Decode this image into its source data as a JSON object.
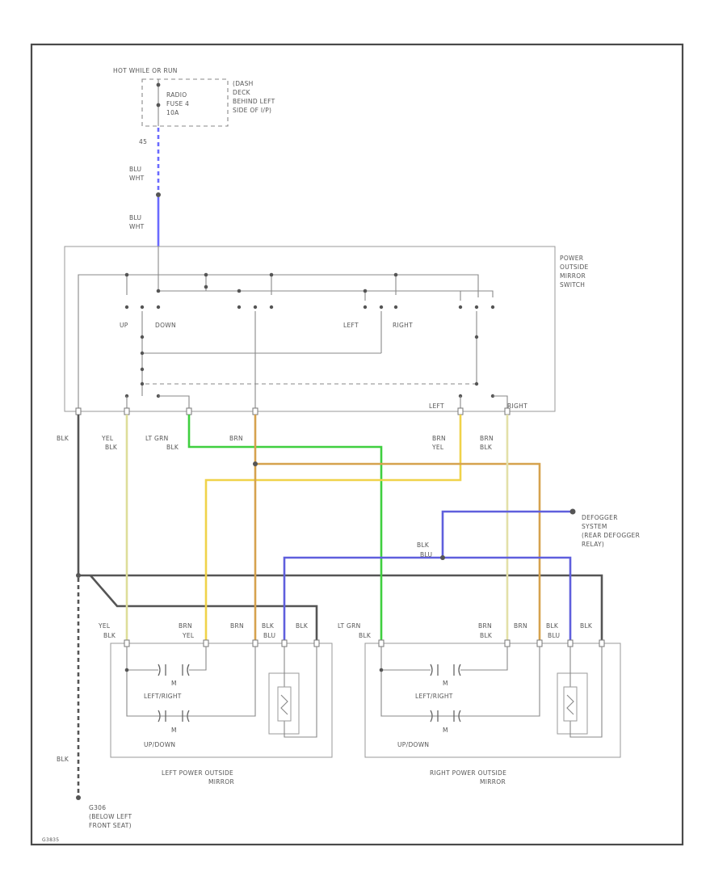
{
  "colors": {
    "blu_wht": "#6b6bff",
    "lt_grn_blk": "#3fcf3f",
    "yel_blk": "#dede9a",
    "brn_yel": "#f0d24a",
    "brn": "#d6a24e",
    "brn_blk": "#e3e0a8",
    "blk_blu": "#5f5fdd",
    "blk": "#555555"
  },
  "fuse": {
    "supply": "HOT WHILE OR RUN",
    "label_lines": [
      "RADIO",
      "FUSE 4",
      "10A"
    ],
    "location_lines": [
      "(DASH",
      "DECK",
      "BEHIND LEFT",
      "SIDE OF I/P)"
    ],
    "pin": "45"
  },
  "wires": {
    "blu_wht_upper": [
      "BLU",
      "WHT"
    ],
    "blu_wht_lower": [
      "BLU",
      "WHT"
    ],
    "blk": "BLK",
    "yel_blk": [
      "YEL",
      "BLK"
    ],
    "lt_grn_blk": [
      "LT GRN",
      "BLK"
    ],
    "brn": "BRN",
    "brn_yel": [
      "BRN",
      "YEL"
    ],
    "brn_blk": [
      "BRN",
      "BLK"
    ],
    "blk_blu": [
      "BLK",
      "BLU"
    ],
    "ground_blk": "BLK"
  },
  "switch": {
    "title_lines": [
      "POWER",
      "OUTSIDE",
      "MIRROR",
      "SWITCH"
    ],
    "up": "UP",
    "down": "DOWN",
    "left": "LEFT",
    "right": "RIGHT",
    "select_left": "LEFT",
    "select_right": "RIGHT"
  },
  "defogger": {
    "lines": [
      "DEFOGGER",
      "SYSTEM",
      "(REAR DEFOGGER",
      "RELAY)"
    ]
  },
  "left_mirror": {
    "pins": [
      {
        "l1": "YEL",
        "l2": "BLK"
      },
      {
        "l1": "BRN",
        "l2": "YEL"
      },
      {
        "l1": "BRN",
        "l2": ""
      },
      {
        "l1": "BLK",
        "l2": "BLU"
      },
      {
        "l1": "BLK",
        "l2": ""
      }
    ],
    "motor_symbol": "M",
    "motor1": "LEFT/RIGHT",
    "motor2": "UP/DOWN",
    "title_lines": [
      "LEFT POWER OUTSIDE",
      "MIRROR"
    ]
  },
  "right_mirror": {
    "pins": [
      {
        "l1": "LT GRN",
        "l2": "BLK"
      },
      {
        "l1": "BRN",
        "l2": "BLK"
      },
      {
        "l1": "BRN",
        "l2": ""
      },
      {
        "l1": "BLK",
        "l2": "BLU"
      },
      {
        "l1": "BLK",
        "l2": ""
      }
    ],
    "motor_symbol": "M",
    "motor1": "LEFT/RIGHT",
    "motor2": "UP/DOWN",
    "title_lines": [
      "RIGHT POWER OUTSIDE",
      "MIRROR"
    ]
  },
  "ground": {
    "name": "G306",
    "lines": [
      "(BELOW LEFT",
      "FRONT SEAT)"
    ]
  },
  "figure_code": "G3835"
}
